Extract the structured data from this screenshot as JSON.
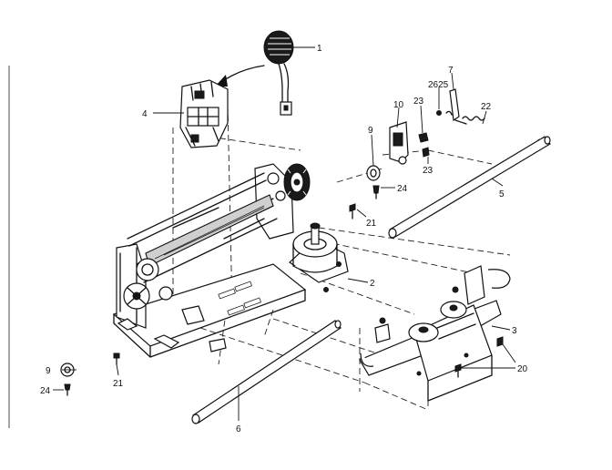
{
  "diagram": {
    "callouts": [
      {
        "id": "c1",
        "label": "1"
      },
      {
        "id": "c4",
        "label": "4"
      },
      {
        "id": "c7",
        "label": "7"
      },
      {
        "id": "c2625",
        "label": "2625"
      },
      {
        "id": "c23a",
        "label": "23"
      },
      {
        "id": "c10",
        "label": "10"
      },
      {
        "id": "c22",
        "label": "22"
      },
      {
        "id": "c9a",
        "label": "9"
      },
      {
        "id": "c23b",
        "label": "23"
      },
      {
        "id": "c24a",
        "label": "24"
      },
      {
        "id": "c5",
        "label": "5"
      },
      {
        "id": "c21a",
        "label": "21"
      },
      {
        "id": "c2",
        "label": "2"
      },
      {
        "id": "c3",
        "label": "3"
      },
      {
        "id": "c20",
        "label": "20"
      },
      {
        "id": "c9b",
        "label": "9"
      },
      {
        "id": "c24b",
        "label": "24"
      },
      {
        "id": "c21b",
        "label": "21"
      },
      {
        "id": "c6",
        "label": "6"
      }
    ]
  }
}
